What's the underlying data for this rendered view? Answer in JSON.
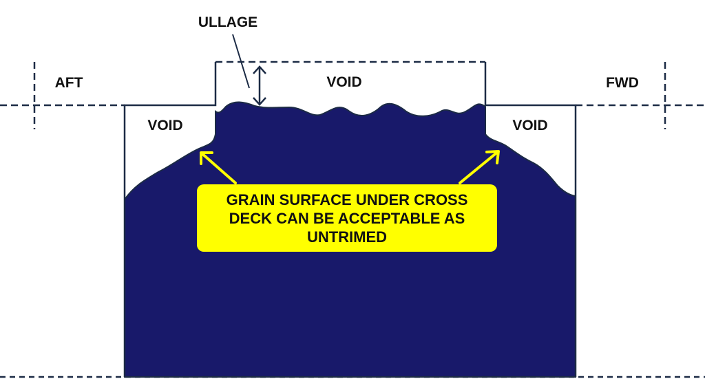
{
  "labels": {
    "ullage": "ULLAGE",
    "aft": "AFT",
    "fwd": "FWD",
    "void_center": "VOID",
    "void_left": "VOID",
    "void_right": "VOID"
  },
  "note": {
    "lines": [
      "GRAIN SURFACE UNDER CROSS",
      "DECK CAN BE ACCEPTABLE AS",
      "UNTRIMED"
    ]
  },
  "colors": {
    "grain": "#18196a",
    "outline": "#1c2b45",
    "note_bg": "#ffff00",
    "arrow": "#ffff00"
  }
}
